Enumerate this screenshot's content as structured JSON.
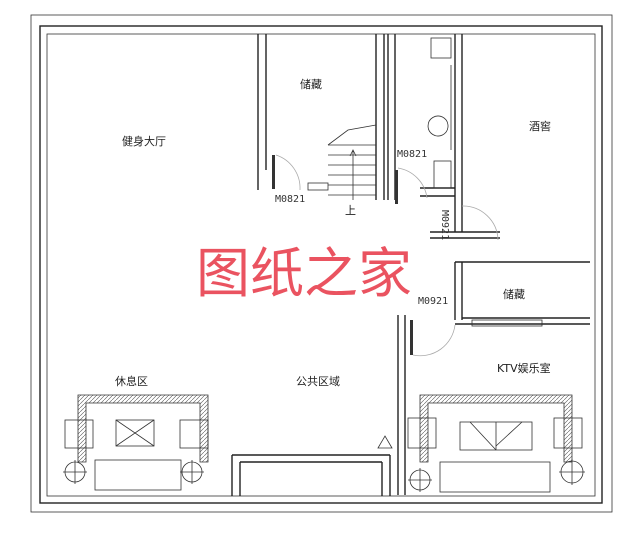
{
  "plan": {
    "rooms": {
      "gym_hall": "健身大厅",
      "storage_top": "储藏",
      "wine_cellar": "酒窖",
      "storage_right": "储藏",
      "lounge": "休息区",
      "public_area": "公共区域",
      "ktv_room": "KTV娱乐室"
    },
    "doors": {
      "storage_door": "M0821",
      "bath_door": "M0821",
      "cellar_door": "M0921",
      "storage_right_door": "M0921"
    },
    "stair_label": "上",
    "watermark": "图纸之家",
    "watermark_color": "#e8414f"
  }
}
